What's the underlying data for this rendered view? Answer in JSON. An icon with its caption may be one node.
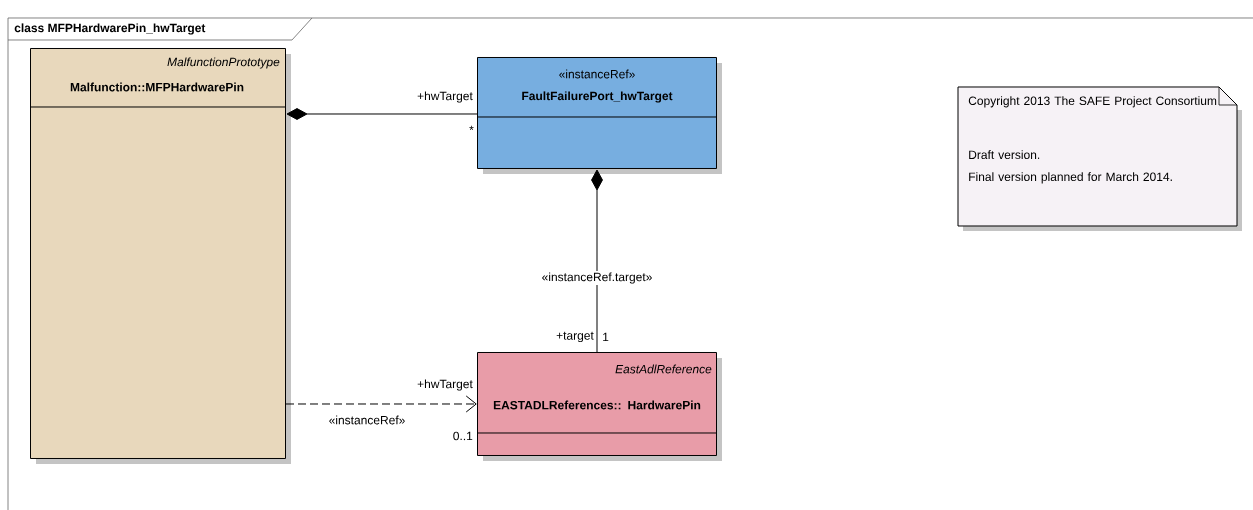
{
  "diagram": {
    "title": "class MFPHardwarePin_hwTarget",
    "nodes": [
      {
        "text": [
          "MalfunctionPrototype",
          "Malfunction::MFPHardwarePin"
        ]
      },
      {
        "text": [
          "«instanceRef»",
          "FaultFailurePort_hwTarget"
        ]
      },
      {
        "text": [
          "EastAdlReference",
          "EASTADLReferences:: HardwarePin"
        ]
      },
      {
        "text": [
          "Copyright 2013 The SAFE Project Consortium",
          "Draft version.",
          "Final version planned for March 2014."
        ]
      }
    ],
    "edges": [
      {
        "from": 0,
        "to": 1,
        "arrow": "other"
      },
      {
        "from": 1,
        "to": 2,
        "arrow": "other",
        "label": "«instanceRef.target»"
      },
      {
        "from": 0,
        "to": 2,
        "arrow": "to",
        "style": "dashed",
        "label": "«instanceRef»"
      }
    ],
    "labels": [
      "+hwTarget",
      "*",
      "+target",
      "1",
      "+hwTarget",
      "0..1"
    ]
  }
}
